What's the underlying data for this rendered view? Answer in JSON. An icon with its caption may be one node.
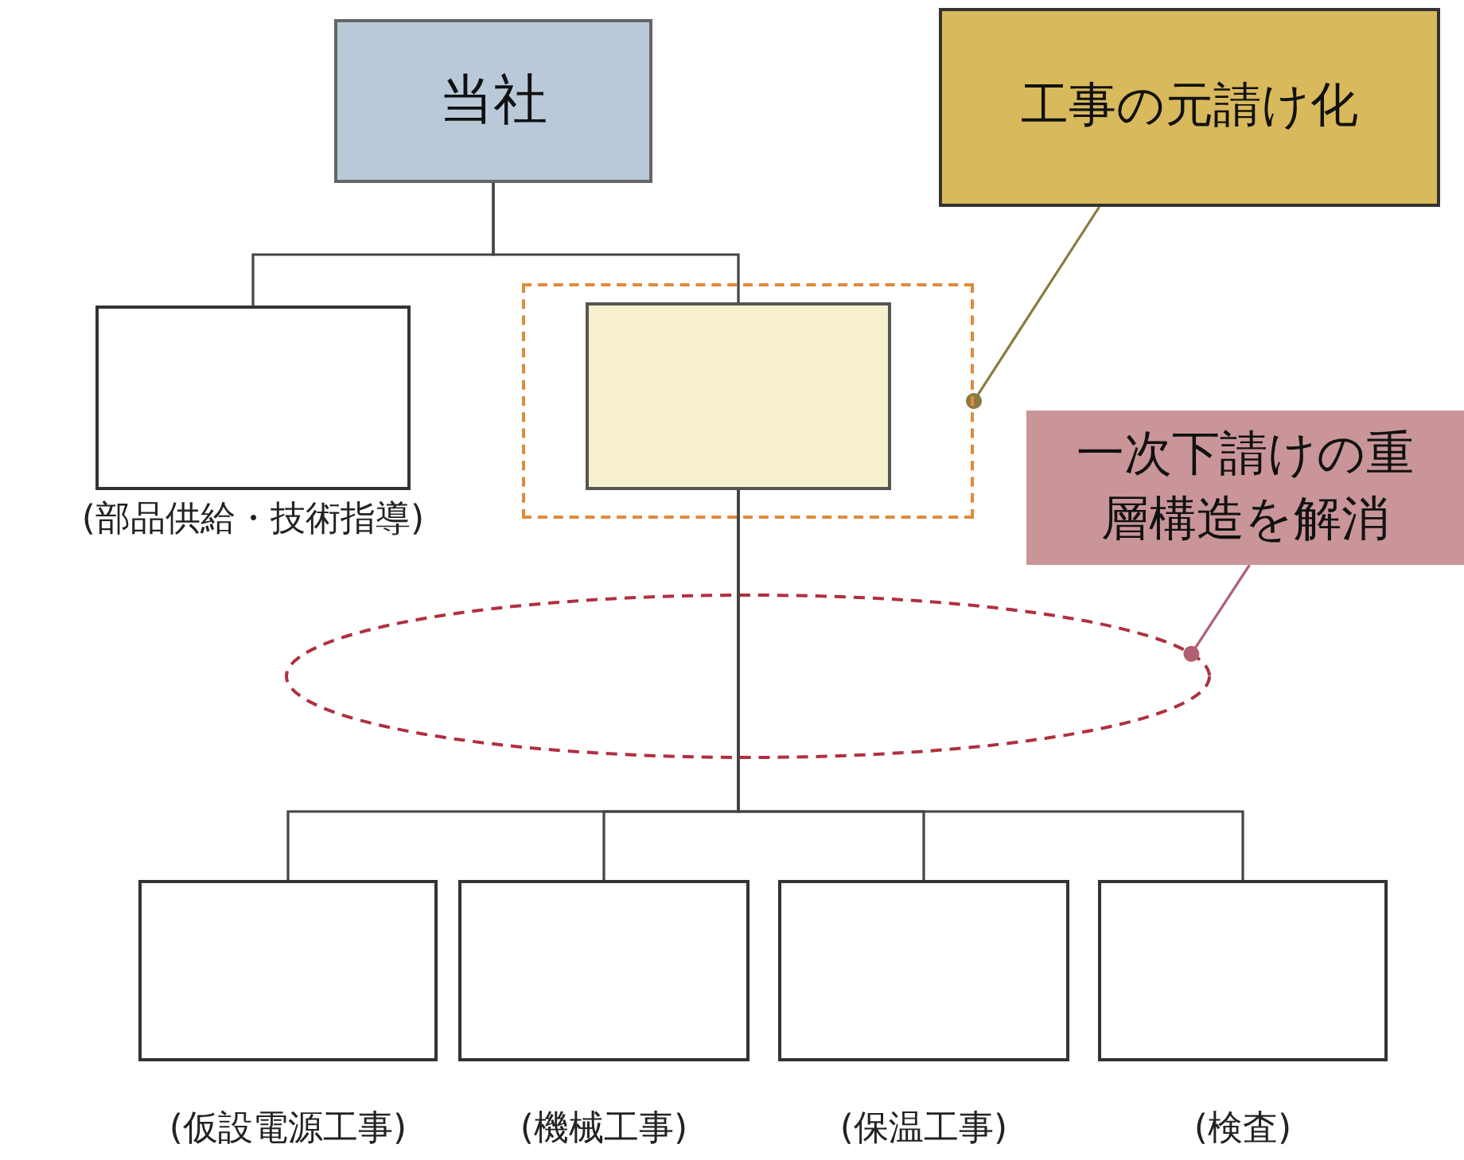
{
  "diagram": {
    "nodes": [
      {
        "text": [
          "当社"
        ]
      },
      {
        "text": [],
        "shape": "box",
        "beside": [
          "(部品供給・技術指導)"
        ]
      },
      {
        "text": [],
        "shape": "box",
        "in": 3
      },
      {
        "text": [],
        "shape": "box"
      },
      {
        "text": [
          "工事の元請け化"
        ]
      },
      {
        "text": [
          "一次下請けの重層構造を解消"
        ]
      },
      {
        "text": [],
        "shape": "box",
        "beside": [
          "(仮設電源工事)"
        ]
      },
      {
        "text": [],
        "shape": "box",
        "beside": [
          "(機械工事)"
        ]
      },
      {
        "text": [],
        "shape": "box",
        "beside": [
          "(保温工事)"
        ]
      },
      {
        "text": [],
        "shape": "box",
        "beside": [
          "(検査)"
        ]
      }
    ],
    "edges": [
      {
        "from": 0,
        "to": 1,
        "arrow": "none"
      },
      {
        "from": 0,
        "to": 2,
        "arrow": "none"
      },
      {
        "from": 2,
        "to": 6,
        "arrow": "none"
      },
      {
        "from": 2,
        "to": 7,
        "arrow": "none"
      },
      {
        "from": 2,
        "to": 8,
        "arrow": "none"
      },
      {
        "from": 2,
        "to": 9,
        "arrow": "none"
      },
      {
        "from": 4,
        "to": 3,
        "arrow": "other",
        "color": "#8a7a40"
      },
      {
        "from": 5,
        "to": null,
        "arrow": "other",
        "color": "#b06070"
      }
    ]
  }
}
